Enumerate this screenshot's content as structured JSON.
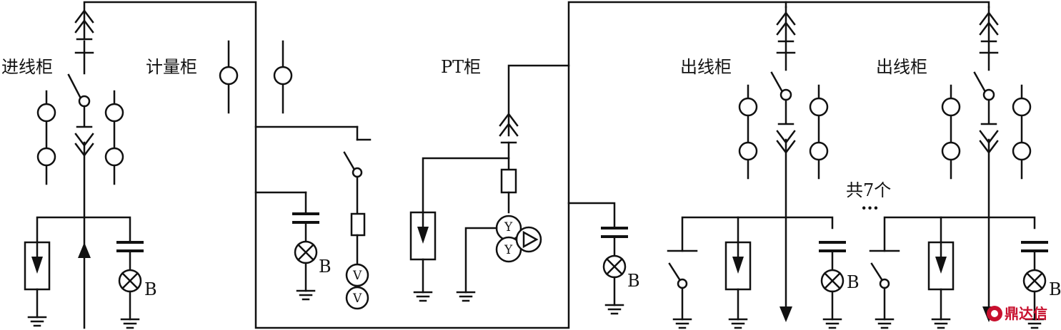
{
  "labels": {
    "incoming": "进线柜",
    "metering": "计量柜",
    "pt": "PT柜",
    "outgoing_1": "出线柜",
    "outgoing_2": "出线柜",
    "count": "共7个",
    "ellipsis": "···"
  },
  "symbols": {
    "lamp_b": "B",
    "voltmeter_v": "V",
    "winding_y": "Y"
  },
  "watermark": {
    "logo_icon": "dingdaxin-logo-icon",
    "text": "鼎达信"
  },
  "colors": {
    "line": "#111111",
    "watermark": "#c8102e"
  }
}
